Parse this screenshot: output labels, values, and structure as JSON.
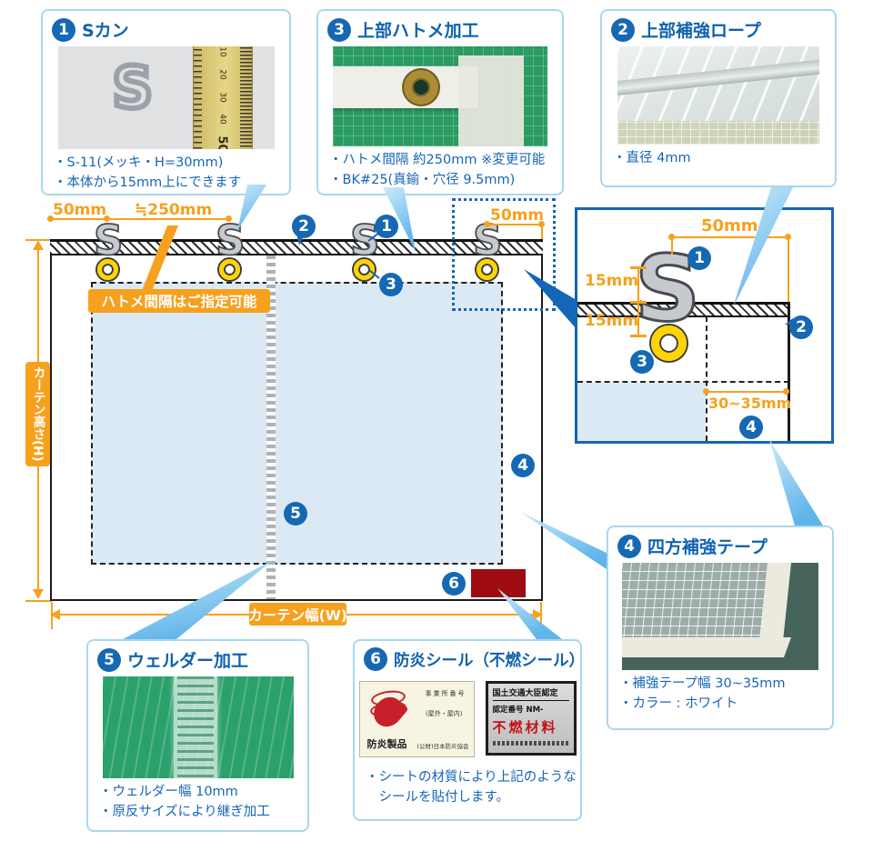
{
  "badges": {
    "n1": "1",
    "n2": "2",
    "n3": "3",
    "n4": "4",
    "n5": "5",
    "n6": "6"
  },
  "icons": {
    "s_hook": "S"
  },
  "callouts": {
    "s_kan": {
      "title": "Sカン",
      "bullets": [
        "・S-11(メッキ・H=30mm)",
        "・本体から15mm上にできます"
      ],
      "ruler": [
        "10",
        "20",
        "30",
        "40",
        "50"
      ]
    },
    "rope": {
      "title": "上部補強ロープ",
      "bullets": [
        "・直径 4mm"
      ]
    },
    "hatome": {
      "title": "上部ハトメ加工",
      "bullets": [
        "・ハトメ間隔 約250mm ※変更可能",
        "・BK#25(真鍮・穴径 9.5mm)"
      ]
    },
    "tape": {
      "title": "四方補強テープ",
      "bullets": [
        "・補強テープ幅 30~35mm",
        "・カラー : ホワイト"
      ]
    },
    "welder": {
      "title": "ウェルダー加工",
      "bullets": [
        "・ウェルダー幅 10mm",
        "・原反サイズにより継ぎ加工"
      ]
    },
    "seal": {
      "title": "防炎シール（不燃シール）",
      "bullets": [
        "・シートの材質により上記のような",
        "　シールを貼付します。"
      ],
      "label_left": {
        "biz": "事業所番号",
        "use": "(屋外・屋内)",
        "name": "防炎製品",
        "org": "(公財)日本防炎協会"
      },
      "label_right": {
        "certifier": "国土交通大臣認定",
        "number": "認定番号 NM-",
        "material": "不燃材料"
      }
    }
  },
  "diagram": {
    "dim_50_left": "50mm",
    "dim_250": "≒250mm",
    "dim_50_right": "50mm",
    "hatome_note": "ハトメ間隔はご指定可能",
    "height_label": "カーテン高さ(H)",
    "width_label": "カーテン幅(W)"
  },
  "detail": {
    "dim_50": "50mm",
    "dim_15_a": "15mm",
    "dim_15_b": "15mm",
    "dim_30_35": "30~35mm"
  },
  "colors": {
    "accent_blue": "#1565b8",
    "accent_orange": "#f6a11e",
    "light_fill": "#dbe9f5",
    "callout_border": "#a9d6f2",
    "hook_yellow": "#ffd400",
    "seal_red": "#9e0c11"
  }
}
